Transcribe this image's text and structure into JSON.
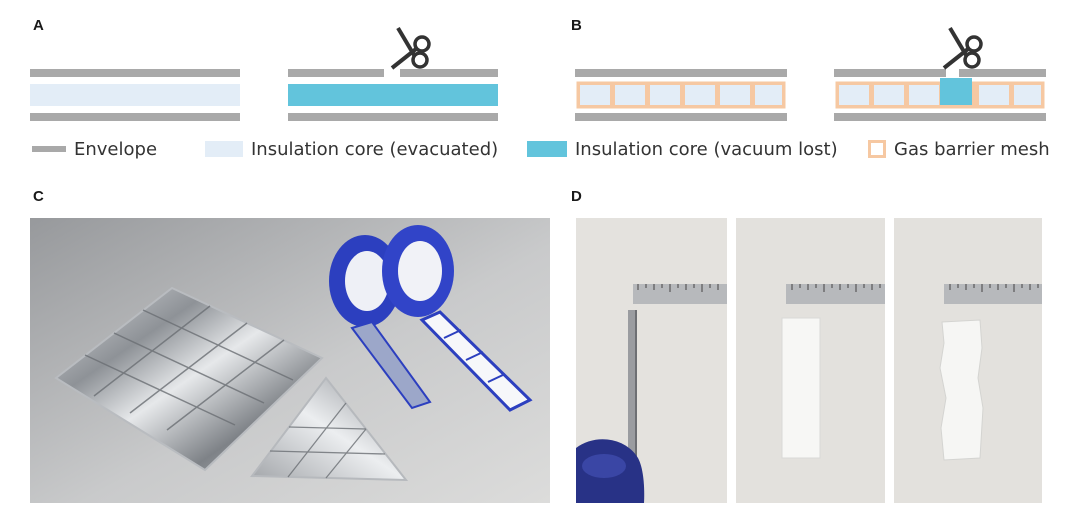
{
  "panels": {
    "a": "A",
    "b": "B",
    "c": "C",
    "d": "D"
  },
  "legend": {
    "envelope": "Envelope",
    "core_evacuated": "Insulation core (evacuated)",
    "core_vacuum_lost": "Insulation core (vacuum lost)",
    "gas_barrier_mesh": "Gas barrier mesh"
  },
  "colors": {
    "envelope": "#a9a9a9",
    "core_evacuated": "#e3edf7",
    "core_vacuum_lost": "#62c4dc",
    "gas_barrier_mesh": "#f6c8a2",
    "tape": "#2c3fbf"
  },
  "icons": {
    "cut": "scissors-icon"
  }
}
